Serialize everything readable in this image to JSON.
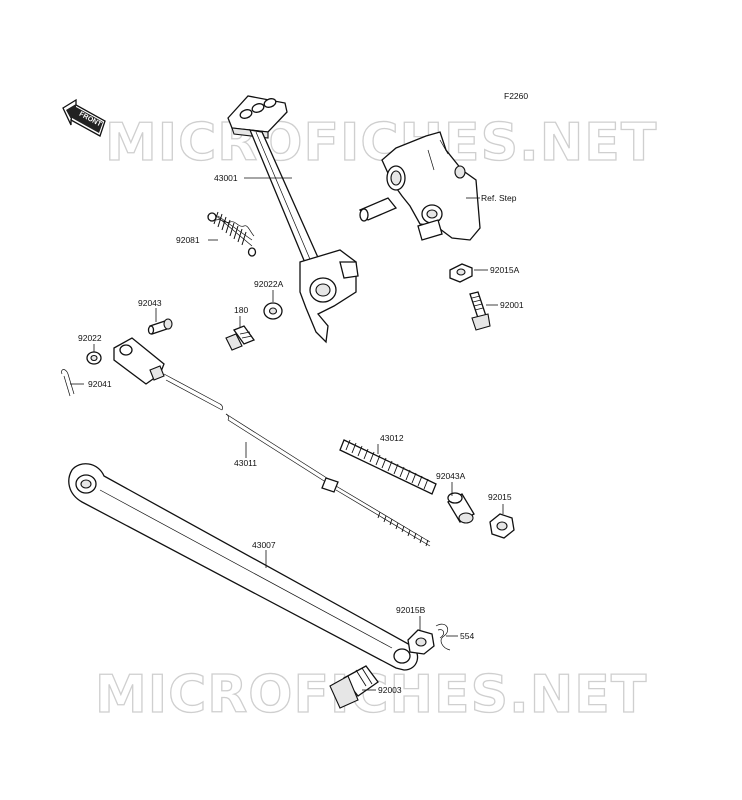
{
  "figure_code": "F2260",
  "front_arrow_label": "FRONT",
  "watermark": "MICROFICHES.NET",
  "reference_label": "Ref. Step",
  "parts": {
    "p43001": "43001",
    "p92081": "92081",
    "p92022A": "92022A",
    "p92043": "92043",
    "p180": "180",
    "p92022": "92022",
    "p92041": "92041",
    "p92015A": "92015A",
    "p92001": "92001",
    "p43012": "43012",
    "p43011": "43011",
    "p92043A": "92043A",
    "p92015": "92015",
    "p43007": "43007",
    "p92015B": "92015B",
    "p554": "554",
    "p92003": "92003"
  }
}
